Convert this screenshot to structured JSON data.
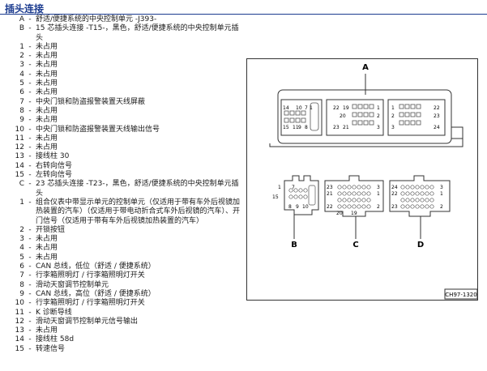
{
  "title": "插头连接",
  "items": [
    {
      "key": "A",
      "dash": "-",
      "text": "舒适/便捷系统的中央控制单元 -J393-"
    },
    {
      "key": "B",
      "dash": "-",
      "text": "15 芯插头连接 -T15-，黑色，舒适/便捷系统的中央控制单元插头"
    },
    {
      "key": "1",
      "dash": "-",
      "text": "未占用"
    },
    {
      "key": "2",
      "dash": "-",
      "text": "未占用"
    },
    {
      "key": "3",
      "dash": "-",
      "text": "未占用"
    },
    {
      "key": "4",
      "dash": "-",
      "text": "未占用"
    },
    {
      "key": "5",
      "dash": "-",
      "text": "未占用"
    },
    {
      "key": "6",
      "dash": "-",
      "text": "未占用"
    },
    {
      "key": "7",
      "dash": "-",
      "text": "中央门锁和防盗报警装置天线屏蔽"
    },
    {
      "key": "8",
      "dash": "-",
      "text": "未占用"
    },
    {
      "key": "9",
      "dash": "-",
      "text": "未占用"
    },
    {
      "key": "10",
      "dash": "-",
      "text": "中央门锁和防盗报警装置天线输出信号"
    },
    {
      "key": "11",
      "dash": "-",
      "text": "未占用"
    },
    {
      "key": "12",
      "dash": "-",
      "text": "未占用"
    },
    {
      "key": "13",
      "dash": "-",
      "text": "接线柱 30"
    },
    {
      "key": "14",
      "dash": "-",
      "text": "右转向信号"
    },
    {
      "key": "15",
      "dash": "-",
      "text": "左转向信号"
    },
    {
      "key": "C",
      "dash": "-",
      "text": "23 芯插头连接 -T23-，黑色，舒适/便捷系统的中央控制单元插头"
    },
    {
      "key": "1",
      "dash": "-",
      "text": "组合仪表中带显示单元的控制单元（仅适用于带有车外后视镜加热装置的汽车）（仅适用于带电动折合式车外后视镜的汽车）、开门信号（仅适用于带有车外后视镜加热装置的汽车）"
    },
    {
      "key": "2",
      "dash": "-",
      "text": "开锁按钮"
    },
    {
      "key": "3",
      "dash": "-",
      "text": "未占用"
    },
    {
      "key": "4",
      "dash": "-",
      "text": "未占用"
    },
    {
      "key": "5",
      "dash": "-",
      "text": "未占用"
    },
    {
      "key": "6",
      "dash": "-",
      "text": "CAN 总线，低位（舒适 / 便捷系统）"
    },
    {
      "key": "7",
      "dash": "-",
      "text": "行李箱照明灯 / 行李箱照明灯开关"
    },
    {
      "key": "8",
      "dash": "-",
      "text": "滑动天窗调节控制单元"
    },
    {
      "key": "9",
      "dash": "-",
      "text": "CAN 总线，高位（舒适 / 便捷系统）"
    },
    {
      "key": "10",
      "dash": "-",
      "text": "行李箱照明灯 / 行李箱照明灯开关"
    },
    {
      "key": "11",
      "dash": "-",
      "text": "K 诊断导线"
    },
    {
      "key": "12",
      "dash": "-",
      "text": "滑动天窗调节控制单元信号输出"
    },
    {
      "key": "13",
      "dash": "-",
      "text": "未占用"
    },
    {
      "key": "14",
      "dash": "-",
      "text": "接线柱 58d"
    },
    {
      "key": "15",
      "dash": "-",
      "text": "转速信号"
    }
  ],
  "diagram": {
    "labels": {
      "A": "A",
      "B": "B",
      "C": "C",
      "D": "D"
    },
    "unit_pins": {
      "b": {
        "p14": "14",
        "p10": "10",
        "p7": "7",
        "p1": "1",
        "p15": "15",
        "p11": "11",
        "p9": "9",
        "p8": "8"
      },
      "c": {
        "p22": "22",
        "p19": "19",
        "p1": "1",
        "p20": "20",
        "p2": "2",
        "p23": "23",
        "p21": "21",
        "p3": "3"
      },
      "d": {
        "p1": "1",
        "p22": "22",
        "p2": "2",
        "p23": "23",
        "p3": "3",
        "p24": "24"
      }
    },
    "plug_pins": {
      "b": {
        "p1": "1",
        "p7": "7",
        "p15": "15",
        "p8": "8",
        "p9": "9",
        "p10": "10"
      },
      "c": {
        "p23": "23",
        "p3": "3",
        "p1": "1",
        "p21": "21",
        "p22": "22",
        "p20": "20",
        "p19": "19",
        "p2": "2"
      },
      "d": {
        "p24": "24",
        "p3": "3",
        "p22": "22",
        "p1": "1",
        "p23": "23",
        "p2": "2"
      }
    },
    "code": "CH97-1320"
  }
}
